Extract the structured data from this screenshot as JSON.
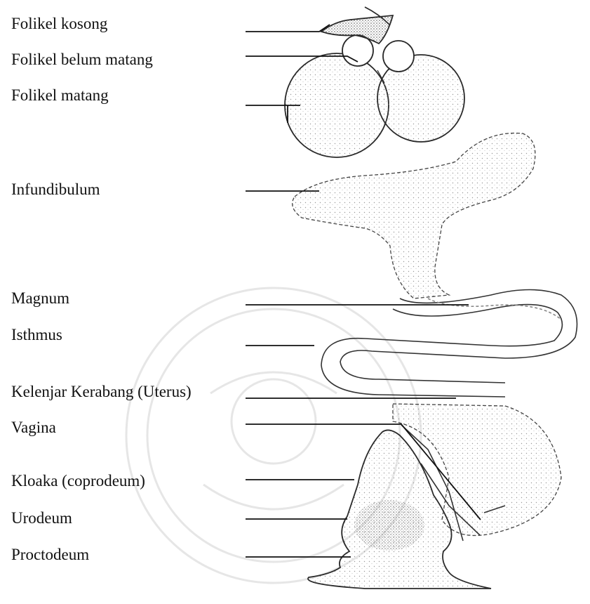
{
  "labels": {
    "folikel_kosong": "Folikel kosong",
    "folikel_belum_matang": "Folikel  belum matang",
    "folikel_matang": "Folikel matang",
    "infundibulum": "Infundibulum",
    "magnum": "Magnum",
    "isthmus": "Isthmus",
    "kelenjar_kerabang": "Kelenjar Kerabang (Uterus)",
    "vagina": "Vagina",
    "kloaka": "Kloaka (coprodeum)",
    "urodeum": "Urodeum",
    "proctodeum": "Proctodeum"
  },
  "colors": {
    "ink": "#111111",
    "outline": "#2a2a2a",
    "stipple": "#8a8a8a",
    "watermark": "#e6e6e6"
  }
}
